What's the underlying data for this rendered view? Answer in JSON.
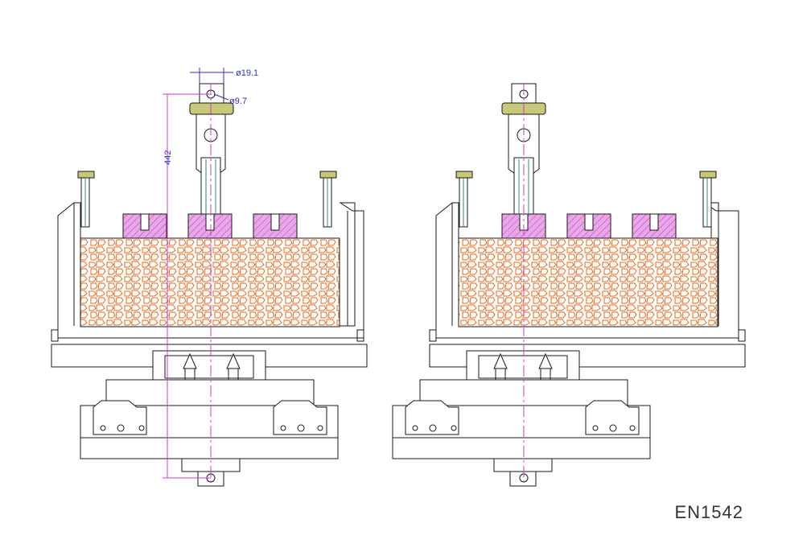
{
  "colors": {
    "outline": "#1a1a1a",
    "dimension": "#2f2fbf",
    "centerline": "#c83cc8",
    "foam": "#e46a1e",
    "block_fill": "#e9a6e9",
    "block_hatch": "#b040b0",
    "knob": "#c8c878",
    "rod": "#2a8a7a"
  },
  "dimensions": {
    "diameter_outer": "ø19.1",
    "diameter_inner": "ø9.7",
    "height": "442"
  },
  "document_id": "EN1542",
  "views": [
    {
      "name": "left-assembly-view",
      "has_dimensions": true
    },
    {
      "name": "right-assembly-view",
      "has_dimensions": false
    }
  ]
}
